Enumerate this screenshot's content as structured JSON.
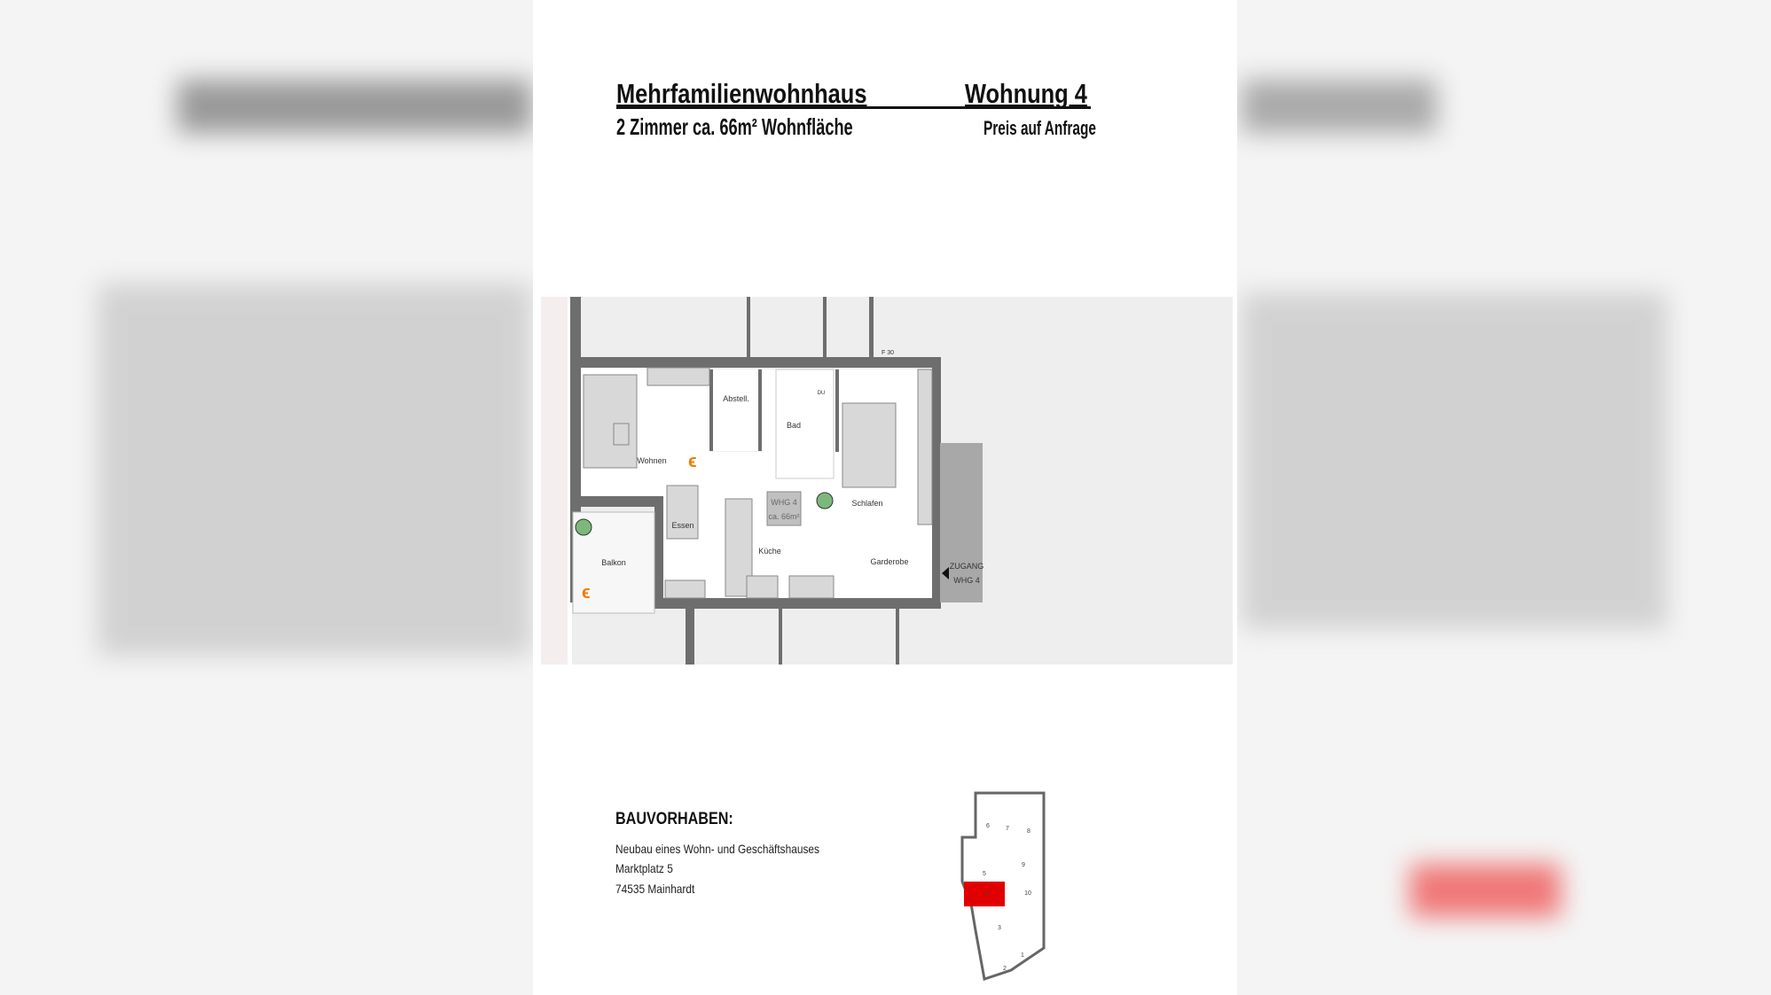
{
  "header": {
    "title": "Mehrfamilienwohnhaus",
    "unit": "Wohnung 4",
    "subtitle": "2 Zimmer ca. 66m² Wohnfläche",
    "price": "Preis auf Anfrage"
  },
  "plan": {
    "rooms": {
      "wohnen": "Wohnen",
      "abstell": "Abstell.",
      "bad": "Bad",
      "du": "DU",
      "schlafen": "Schlafen",
      "essen": "Essen",
      "kueche": "Küche",
      "garderobe": "Garderobe",
      "balkon": "Balkon"
    },
    "whg_label": "WHG 4",
    "area_label": "ca. 66m²",
    "fire_label": "F 30",
    "entry_line1": "ZUGANG",
    "entry_line2": "WHG 4",
    "wall_color": "#6e6e6e",
    "accent_orange": "#f07d00",
    "plant_color": "#7cb87c"
  },
  "project": {
    "heading": "BAUVORHABEN:",
    "line1": "Neubau eines Wohn- und Geschäftshauses",
    "line2": "Marktplatz 5",
    "line3": "74535 Mainhardt"
  },
  "siteplan": {
    "units": [
      "1",
      "2",
      "3",
      "4",
      "5",
      "6",
      "7",
      "8",
      "9",
      "10"
    ],
    "highlight_color": "#e00000"
  }
}
